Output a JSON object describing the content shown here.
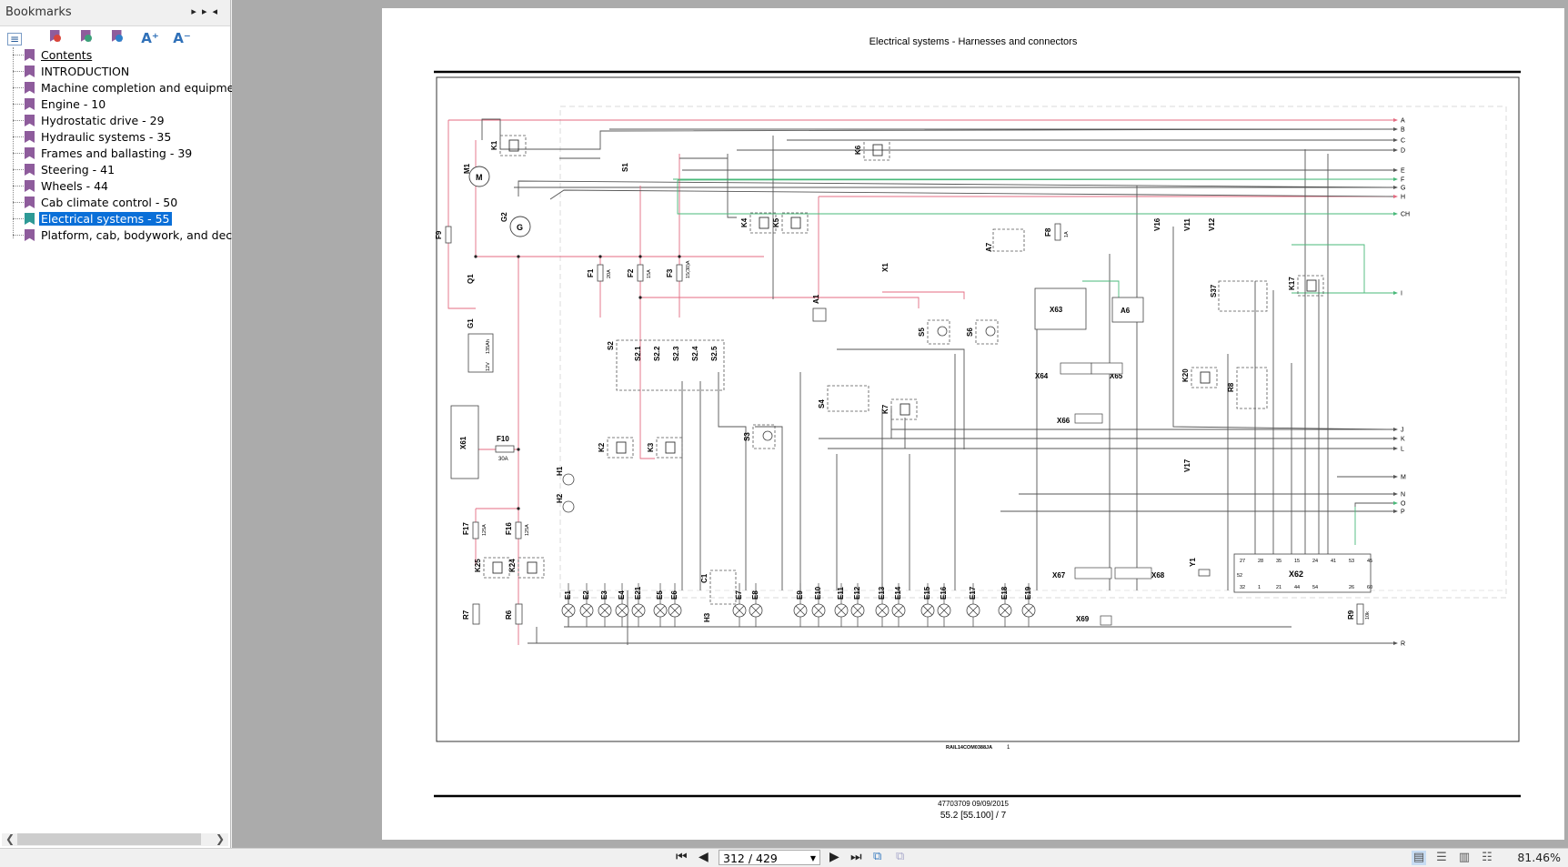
{
  "sidebar": {
    "title": "Bookmarks",
    "controls": {
      "options": "▸▸",
      "collapse": "◂"
    },
    "toolbar": [
      {
        "name": "expand-all-icon",
        "glyph": "☑"
      },
      {
        "name": "delete-bookmark-icon",
        "glyph": "✖"
      },
      {
        "name": "add-bookmark-icon",
        "glyph": "+"
      },
      {
        "name": "goto-bookmark-icon",
        "glyph": "▶"
      },
      {
        "name": "increase-font-icon",
        "glyph": "A⁺"
      },
      {
        "name": "decrease-font-icon",
        "glyph": "A⁻"
      }
    ],
    "items": [
      {
        "label": "Contents",
        "underline": true
      },
      {
        "label": "INTRODUCTION"
      },
      {
        "label": "Machine completion and equipment - "
      },
      {
        "label": "Engine - 10"
      },
      {
        "label": "Hydrostatic drive - 29"
      },
      {
        "label": "Hydraulic systems - 35"
      },
      {
        "label": "Frames and ballasting - 39"
      },
      {
        "label": "Steering - 41"
      },
      {
        "label": "Wheels - 44"
      },
      {
        "label": "Cab climate control - 50"
      },
      {
        "label": "Electrical systems - 55",
        "selected": true
      },
      {
        "label": "Platform, cab, bodywork, and decals - "
      }
    ]
  },
  "document": {
    "header": "Electrical systems - Harnesses and connectors",
    "figure_ref": "RAIL14COM0388JA",
    "figure_num": "1",
    "footer_line1": "47703709 09/09/2015",
    "footer_line2": "55.2 [55.100] / 7",
    "wire_colors": {
      "power": "#e46b80",
      "signal": "#555555",
      "can": "#49b97a"
    },
    "output_labels": [
      "A",
      "B",
      "C",
      "D",
      "E",
      "F",
      "G",
      "H",
      "CH",
      "I",
      "J",
      "K",
      "L",
      "M",
      "N",
      "O",
      "P",
      "R"
    ],
    "components": {
      "relays": [
        "K1",
        "K2",
        "K3",
        "K4",
        "K5",
        "K6",
        "K7",
        "K17",
        "K20",
        "K24",
        "K25"
      ],
      "fuses": [
        {
          "id": "F1",
          "rating": "20A"
        },
        {
          "id": "F2",
          "rating": "15A"
        },
        {
          "id": "F3",
          "rating": "15(30)A"
        },
        {
          "id": "F8",
          "rating": "1A"
        },
        {
          "id": "F9",
          "rating": ""
        },
        {
          "id": "F10",
          "rating": "30A"
        },
        {
          "id": "F16",
          "rating": "125A"
        },
        {
          "id": "F17",
          "rating": "125A"
        }
      ],
      "lamps": [
        "E1",
        "E2",
        "E3",
        "E4",
        "E21",
        "E5",
        "E6",
        "E7",
        "E8",
        "E9",
        "E10",
        "E11",
        "E12",
        "E13",
        "E14",
        "E15",
        "E16",
        "E17",
        "E18",
        "E19"
      ],
      "battery": {
        "id": "G1",
        "voltage": "12V",
        "capacity": "135Ah"
      },
      "connectors": [
        "X61",
        "X62",
        "X63",
        "X64",
        "X65",
        "X66",
        "X67",
        "X68",
        "X69"
      ],
      "switches": [
        "S1",
        "S2",
        "S3",
        "S4",
        "S5",
        "S6",
        "S37"
      ],
      "other": [
        "M1",
        "G2",
        "Q1",
        "A1",
        "A6",
        "A7",
        "H1",
        "H2",
        "H3",
        "C1",
        "R6",
        "R7",
        "R8",
        "R9",
        "Y1",
        "V11",
        "V12",
        "V16",
        "V17"
      ],
      "x62_pins_top": [
        "27",
        "28",
        "35",
        "15",
        "24",
        "41",
        "53",
        "45"
      ],
      "x62_pins_bottom": [
        "32",
        "1",
        "21",
        "44",
        "54",
        "26",
        "60"
      ],
      "x62_pin_left": "52",
      "r9_value": "10k"
    }
  },
  "statusbar": {
    "page_input": "312 / 429",
    "zoom": "81.46%",
    "nav": {
      "first": "⏮",
      "prev": "◀",
      "next": "▶",
      "last": "⏭"
    }
  }
}
